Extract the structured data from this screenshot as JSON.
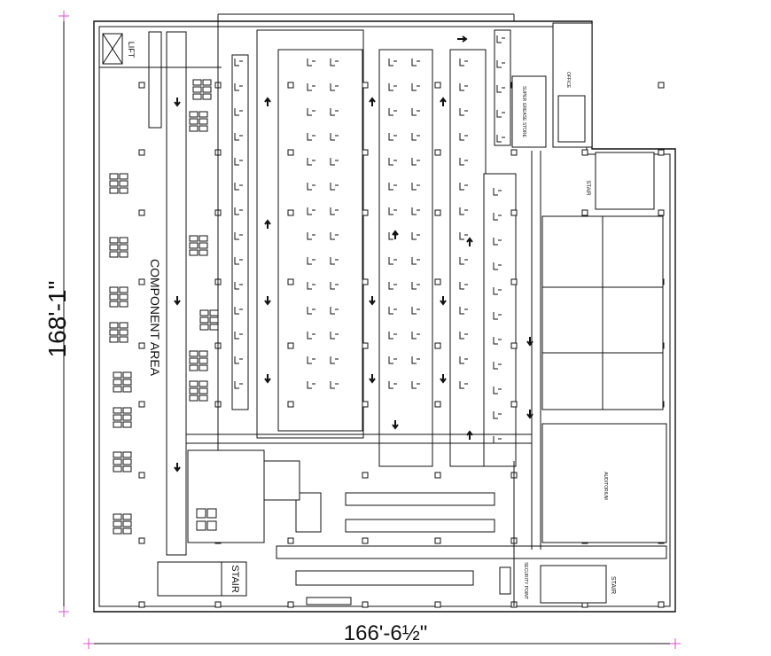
{
  "plan": {
    "overall_width_dim": "166'-6½\"",
    "overall_height_dim": "168'-1\"",
    "labels": {
      "lift": "LIFT",
      "component_area": "COMPONENT AREA",
      "stair_left": "STAIR",
      "stair_right_top": "STAIR",
      "stair_right_bottom": "STAIR",
      "auditorium": "AUDITORIUM",
      "office": "OFFICE",
      "super_grease_store": "SUPER GREASE STORE",
      "security_point": "SECURITY POINT"
    },
    "colors": {
      "lines": "#111111",
      "dimension_marks": "#d94fd2",
      "background": "#ffffff"
    }
  }
}
